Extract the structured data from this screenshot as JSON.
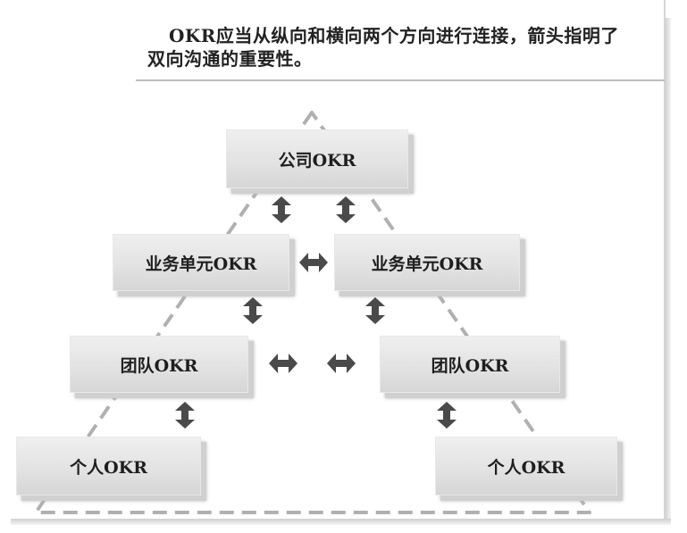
{
  "caption": {
    "line1": "OKR应当从纵向和横向两个方向进行连接，箭头指明了",
    "line2": "双向沟通的重要性。"
  },
  "nodes": {
    "company": "公司OKR",
    "business_unit_left": "业务单元OKR",
    "business_unit_right": "业务单元OKR",
    "team_left": "团队OKR",
    "team_right": "团队OKR",
    "individual_left": "个人OKR",
    "individual_right": "个人OKR"
  },
  "arrow_icon": "double-headed-arrow",
  "colors": {
    "box_fill": "#e3e3e3",
    "arrow_fill": "#4a4a4a",
    "dashed_outline": "#b0b0b0",
    "text": "#1e1e1e"
  }
}
